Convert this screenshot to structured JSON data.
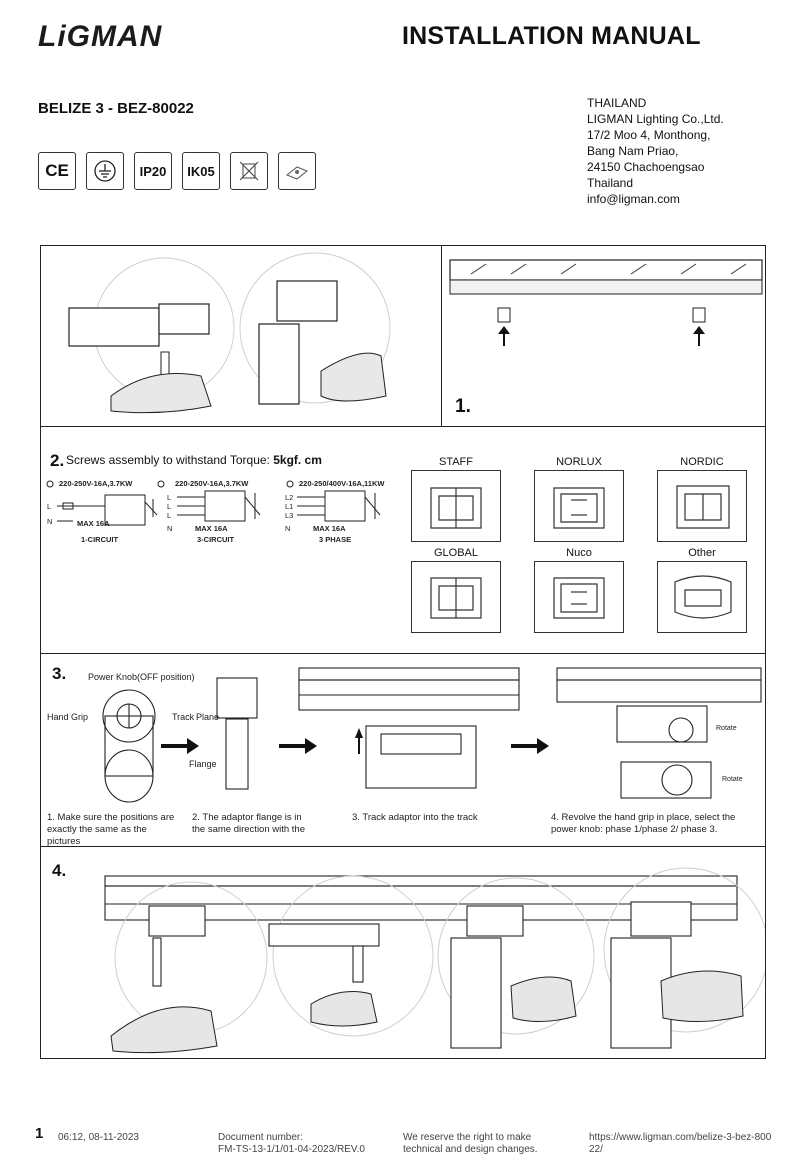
{
  "brand": "LiGMAN",
  "doc_title": "INSTALLATION MANUAL",
  "product": "BELIZE 3 - BEZ-80022",
  "address": [
    "THAILAND",
    "LIGMAN Lighting Co.,Ltd.",
    "17/2 Moo 4, Monthong,",
    "Bang Nam Priao,",
    "24150 Chachoengsao",
    "Thailand",
    "info@ligman.com"
  ],
  "badges": {
    "ce": "CE",
    "ip": "IP20",
    "ik": "IK05"
  },
  "step1": {
    "number": "1."
  },
  "step2": {
    "number": "2.",
    "torque_prefix": "Screws assembly to withstand Torque: ",
    "torque_value": "5kgf. cm",
    "circuits": [
      {
        "rating": "220-250V-16A,3.7KW",
        "lines": [
          "L",
          "N"
        ],
        "max": "MAX 16A",
        "label": "1-CIRCUIT"
      },
      {
        "rating": "220-250V-16A,3.7KW",
        "lines": [
          "L",
          "L",
          "L",
          "N"
        ],
        "max": "MAX 16A",
        "label": "3-CIRCUIT"
      },
      {
        "rating": "220-250/400V-16A,11KW",
        "lines": [
          "L2",
          "L1",
          "L3",
          "N"
        ],
        "max": "MAX 16A",
        "label": "3 PHASE"
      }
    ],
    "profiles": [
      "STAFF",
      "NORLUX",
      "NORDIC",
      "GLOBAL",
      "Nuco",
      "Other"
    ]
  },
  "step3": {
    "number": "3.",
    "power_knob": "Power Knob(OFF position)",
    "hand_grip": "Hand Grip",
    "track": "Track",
    "plane": "Plane",
    "flange": "Flange",
    "rotate": "Rotate",
    "captions": [
      "1.  Make sure the positions are exactly the same as the pictures",
      "2. The adaptor flange is in the same direction with the",
      "3.  Track adaptor into the track",
      "4. Revolve the hand grip in place, select the power knob: phase 1/phase 2/ phase 3."
    ]
  },
  "step4": {
    "number": "4."
  },
  "footer": {
    "page": "1",
    "date": "06:12, 08-11-2023",
    "doc_number_label": "Document number:",
    "doc_number": "FM-TS-13-1/1/01-04-2023/REV.0",
    "reserve_1": "We reserve the right to make",
    "reserve_2": "technical and design changes.",
    "url_1": "https://www.ligman.com/belize-3-bez-800",
    "url_2": "22/"
  },
  "colors": {
    "line": "#222222",
    "grey": "#bdbdbd",
    "text": "#111111"
  }
}
